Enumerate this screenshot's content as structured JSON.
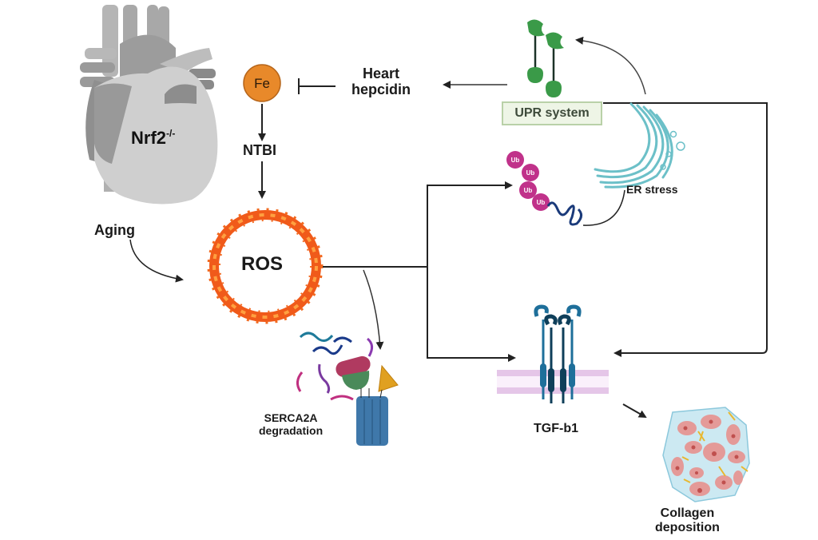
{
  "diagram": {
    "nodes": {
      "heart": {
        "label": "Nrf2",
        "superscript": "-/-"
      },
      "iron": {
        "label": "Fe"
      },
      "ntbi": {
        "label": "NTBI"
      },
      "hepcidin": {
        "label_line1": "Heart",
        "label_line2": "hepcidin"
      },
      "upr": {
        "label": "UPR system"
      },
      "er_stress": {
        "label": "ER stress"
      },
      "aging": {
        "label": "Aging"
      },
      "ros": {
        "label": "ROS"
      },
      "ubiquitin": {
        "label": "Ub"
      },
      "serca": {
        "label_line1": "SERCA2A",
        "label_line2": "degradation"
      },
      "tgf": {
        "label": "TGF-b1"
      },
      "collagen": {
        "label_line1": "Collagen",
        "label_line2": "deposition"
      }
    },
    "edges": [
      {
        "from": "Fe",
        "to": "NTBI",
        "type": "activates"
      },
      {
        "from": "NTBI",
        "to": "ROS",
        "type": "activates"
      },
      {
        "from": "Heart hepcidin",
        "to": "Fe",
        "type": "inhibits"
      },
      {
        "from": "UPR system",
        "to": "Heart hepcidin",
        "type": "activates"
      },
      {
        "from": "ER stress",
        "to": "UPR system",
        "type": "activates"
      },
      {
        "from": "Aging",
        "to": "ROS",
        "type": "activates"
      },
      {
        "from": "ROS",
        "to": "Ubiquitinated proteins",
        "type": "activates"
      },
      {
        "from": "ROS",
        "to": "TGF-b1",
        "type": "activates"
      },
      {
        "from": "ROS",
        "to": "SERCA2A degradation",
        "type": "activates"
      },
      {
        "from": "Ubiquitinated proteins",
        "to": "ER stress",
        "type": "activates"
      },
      {
        "from": "UPR system",
        "to": "TGF-b1",
        "type": "activates"
      },
      {
        "from": "TGF-b1",
        "to": "Collagen deposition",
        "type": "activates"
      }
    ],
    "colors": {
      "iron": "#e8892a",
      "fire": "#f05a1a",
      "upr_green": "#3a9a48",
      "ubiquitin": "#c0328a",
      "er": "#6cc0c8",
      "tgf": "#1e6f9a",
      "membrane": "#e5c6e8",
      "heart": "#c8c8c8"
    }
  }
}
